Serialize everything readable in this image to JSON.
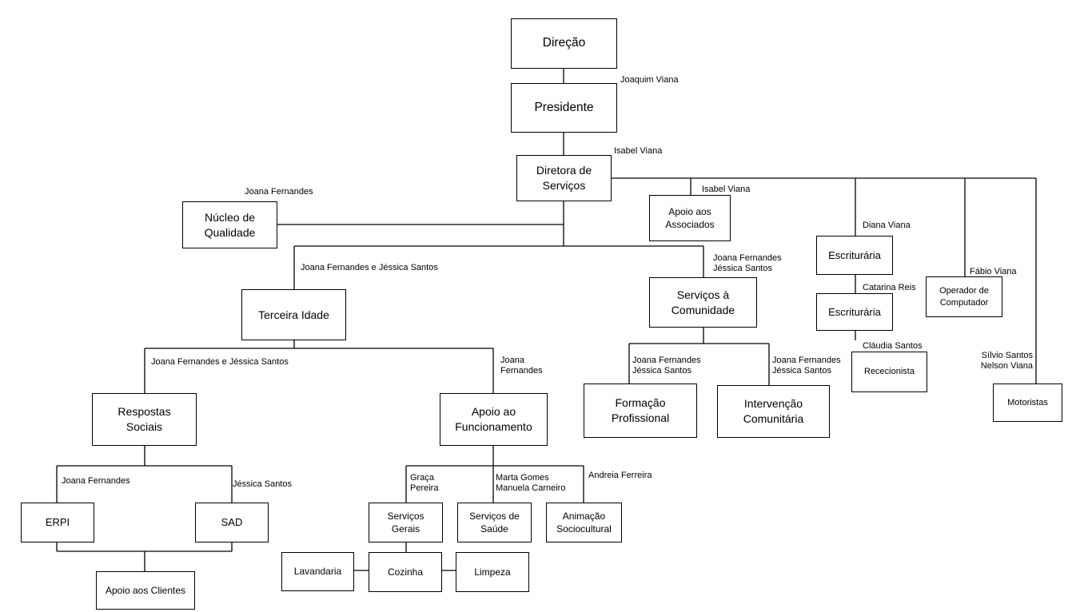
{
  "boxes": {
    "direcao": "Direção",
    "presidente": "Presidente",
    "diretora_servicos": "Diretora de\nServiços",
    "nucleo_qualidade": "Núcleo de\nQualidade",
    "apoio_associados": "Apoio aos\nAssociados",
    "escrituraria_1": "Escriturária",
    "escrituraria_2": "Escriturária",
    "rececionista": "Rececionista",
    "operador_computador": "Operador de\nComputador",
    "motoristas": "Motoristas",
    "terceira_idade": "Terceira Idade",
    "servicos_comunidade": "Serviços à\nComunidade",
    "formacao_profissional": "Formação\nProfissional",
    "intervencao_comunitaria": "Intervenção\nComunitária",
    "respostas_sociais": "Respostas\nSociais",
    "apoio_funcionamento": "Apoio ao\nFuncionamento",
    "erpi": "ERPI",
    "sad": "SAD",
    "apoio_clientes": "Apoio aos Clientes",
    "servicos_gerais": "Serviços\nGerais",
    "servicos_saude": "Serviços de\nSaúde",
    "animacao_sociocultural": "Animação\nSociocultural",
    "lavandaria": "Lavandaria",
    "cozinha": "Cozinha",
    "limpeza": "Limpeza"
  },
  "labels": {
    "joaquim_viana": "Joaquim Viana",
    "isabel_viana_diretora": "Isabel Viana",
    "joana_nucleo": "Joana Fernandes",
    "isabel_viana_associados": "Isabel Viana",
    "diana_viana": "Diana Viana",
    "catarina_reis": "Catarina Reis",
    "claudia_santos": "Cláudia Santos",
    "fabio_viana": "Fábio Viana",
    "motoristas_names": "Sílvio Santos\nNelson Viana",
    "terceira_idade_resp": "Joana Fernandes e Jéssica Santos",
    "servicos_comunidade_resp": "Joana Fernandes\nJéssica Santos",
    "formacao_resp": "Joana Fernandes\nJéssica Santos",
    "intervencao_resp": "Joana Fernandes\nJéssica Santos",
    "respostas_sociais_resp": "Joana Fernandes e Jéssica Santos",
    "apoio_funcionamento_resp": "Joana\nFernandes",
    "erpi_resp": "Joana Fernandes",
    "sad_resp": "Jéssica Santos",
    "servicos_gerais_resp": "Graça\nPereira",
    "servicos_saude_resp": "Marta Gomes\nManuela Carneiro",
    "animacao_resp": "Andreia Ferreira"
  }
}
